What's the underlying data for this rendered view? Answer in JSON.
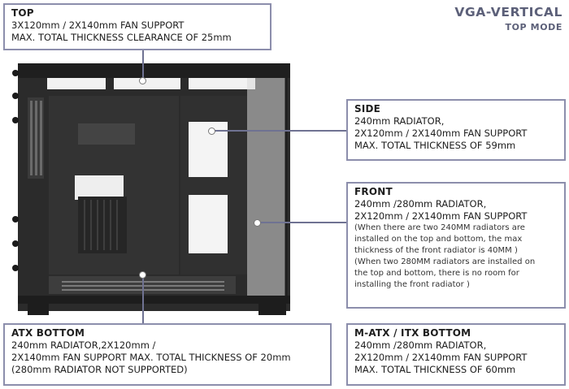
{
  "mode": {
    "title": "VGA-VERTICAL",
    "subtitle": "TOP MODE"
  },
  "callouts": {
    "top": {
      "heading": "TOP",
      "lines": [
        "3X120mm / 2X140mm FAN SUPPORT",
        "MAX. TOTAL THICKNESS CLEARANCE OF 25mm"
      ]
    },
    "side": {
      "heading": "SIDE",
      "lines": [
        "240mm RADIATOR,",
        "2X120mm / 2X140mm FAN SUPPORT",
        "MAX. TOTAL THICKNESS OF 59mm"
      ]
    },
    "front": {
      "heading": "FRONT",
      "lines": [
        "240mm /280mm RADIATOR,",
        "2X120mm / 2X140mm FAN SUPPORT"
      ],
      "notes": [
        "(When there are two 240MM radiators are",
        "installed on the top and bottom, the max",
        "thickness of the front radiator is 40MM )",
        "(When two 280MM radiators are installed on",
        "the top and bottom, there is no room for",
        "installing the front radiator )"
      ]
    },
    "atx_bottom": {
      "heading": "ATX BOTTOM",
      "lines": [
        "240mm RADIATOR,2X120mm /",
        "2X140mm FAN SUPPORT MAX. TOTAL THICKNESS OF 20mm",
        "(280mm RADIATOR NOT SUPPORTED)"
      ]
    },
    "matx_bottom": {
      "heading": "M-ATX / ITX BOTTOM",
      "lines": [
        "240mm /280mm RADIATOR,",
        "2X120mm / 2X140mm FAN SUPPORT",
        "MAX. TOTAL THICKNESS OF 60mm"
      ]
    }
  },
  "colors": {
    "frame": "#8c8eac",
    "title": "#5c6079",
    "case_dark": "#2a2a2a"
  }
}
